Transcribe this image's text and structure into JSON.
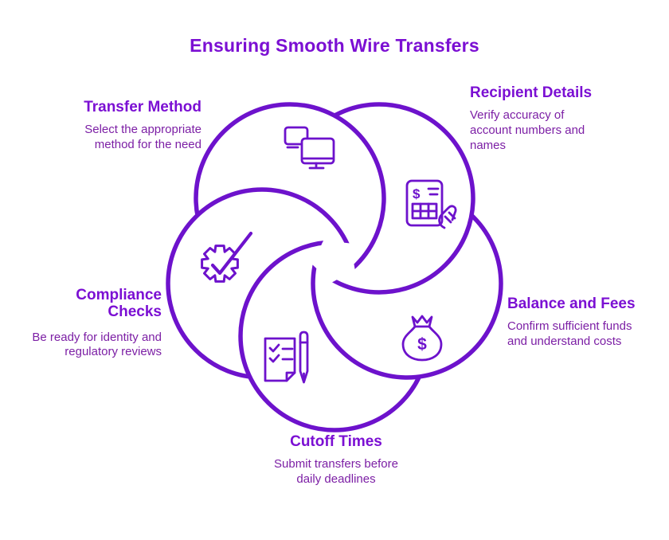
{
  "title": "Ensuring Smooth Wire Transfers",
  "colors": {
    "background": "#FFFFFF",
    "title_text": "#7B0FD3",
    "heading_text": "#7B0FD3",
    "body_text": "#7C1FA5",
    "line_art": "#6D12CC"
  },
  "diagram": {
    "shape": "five-interlocking-circles-pinwheel",
    "circle_count": 5
  },
  "glyphs": {
    "dollar": "$"
  },
  "steps": [
    {
      "id": "transfer-method",
      "label": "Transfer Method",
      "description": "Select the appropriate method for the need",
      "icon": "monitors-icon",
      "position": "top-left"
    },
    {
      "id": "recipient-details",
      "label": "Recipient Details",
      "description": "Verify accuracy of account numbers and names",
      "icon": "receipt-hand-icon",
      "position": "top-right"
    },
    {
      "id": "balance-and-fees",
      "label": "Balance and Fees",
      "description": "Confirm sufficient funds and understand costs",
      "icon": "money-bag-icon",
      "position": "right"
    },
    {
      "id": "cutoff-times",
      "label": "Cutoff Times",
      "description": "Submit transfers before daily deadlines",
      "icon": "checklist-pen-icon",
      "position": "bottom"
    },
    {
      "id": "compliance-checks",
      "label": "Compliance Checks",
      "description": "Be ready for identity and regulatory reviews",
      "icon": "gear-check-icon",
      "position": "left"
    }
  ]
}
